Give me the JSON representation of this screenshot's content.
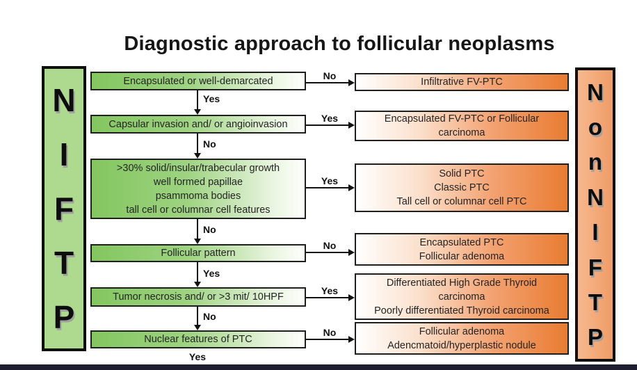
{
  "title": "Diagnostic approach to follicular neoplasms",
  "left_bar": {
    "label": "NIFTP",
    "letters": [
      "N",
      "I",
      "F",
      "T",
      "P"
    ]
  },
  "right_bar": {
    "label": "Non NIFTP",
    "letters": [
      "N",
      "o",
      "n",
      "N",
      "I",
      "F",
      "T",
      "P"
    ]
  },
  "flow": {
    "rows": [
      {
        "criterion": "Encapsulated or well-demarcated",
        "branch_answer": "No",
        "result": "Infiltrative FV-PTC",
        "next_answer": "Yes"
      },
      {
        "criterion": "Capsular invasion and/ or angioinvasion",
        "branch_answer": "Yes",
        "result": "Encapsulated FV-PTC or Follicular\ncarcinoma",
        "next_answer": "No"
      },
      {
        "criterion": ">30% solid/insular/trabecular growth\nwell formed papillae\npsammoma bodies\ntall cell or columnar cell features",
        "branch_answer": "Yes",
        "result": "Solid PTC\nClassic PTC\nTall cell or columnar cell PTC",
        "next_answer": "No"
      },
      {
        "criterion": "Follicular pattern",
        "branch_answer": "No",
        "result": "Encapsulated PTC\nFollicular adenoma",
        "next_answer": "Yes"
      },
      {
        "criterion": "Tumor necrosis and/ or >3 mit/ 10HPF",
        "branch_answer": "Yes",
        "result": "Differentiated High Grade Thyroid\ncarcinoma\nPoorly differentiated Thyroid carcinoma",
        "next_answer": "No"
      },
      {
        "criterion": "Nuclear features of PTC",
        "branch_answer": "No",
        "result": "Follicular adenoma\nAdencmatoid/hyperplastic nodule",
        "next_answer": "Yes"
      }
    ]
  },
  "colors": {
    "green_strong": "#83c65f",
    "green_bar": "#aeda90",
    "orange_strong": "#e87c32",
    "orange_bar": "#f3a97c",
    "border": "#1f1f1f",
    "bottom_band": "#1e1e30"
  }
}
